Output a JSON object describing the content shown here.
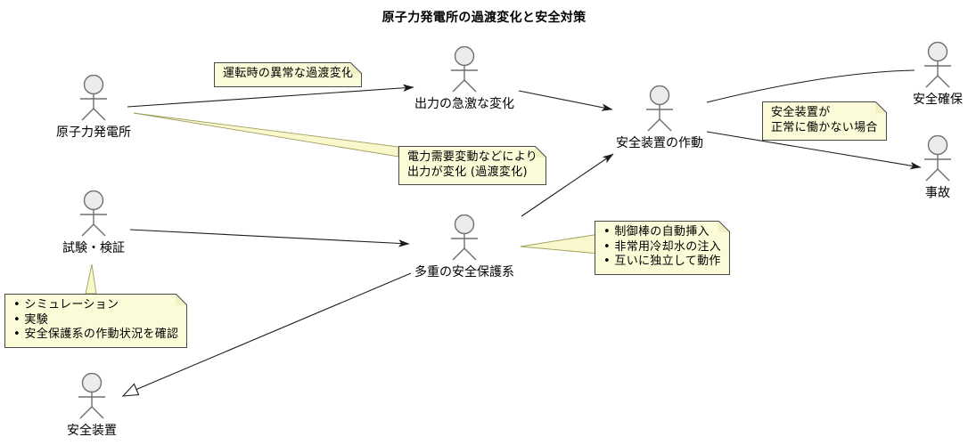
{
  "title": "原子力発電所の過渡変化と安全対策",
  "actors": [
    {
      "id": "nuclear-plant",
      "label": "原子力発電所"
    },
    {
      "id": "sudden-output-change",
      "label": "出力の急激な変化"
    },
    {
      "id": "safety-device-activation",
      "label": "安全装置の作動"
    },
    {
      "id": "safety-secured",
      "label": "安全確保"
    },
    {
      "id": "accident",
      "label": "事故"
    },
    {
      "id": "test-verification",
      "label": "試験・検証"
    },
    {
      "id": "multi-safety-protection",
      "label": "多重の安全保護系"
    },
    {
      "id": "safety-device",
      "label": "安全装置"
    }
  ],
  "notes": [
    {
      "id": "abnormal-transient",
      "lines": [
        "運転時の異常な過渡変化"
      ]
    },
    {
      "id": "power-demand",
      "lines": [
        "電力需要変動などにより",
        "出力が変化 (過渡変化)"
      ]
    },
    {
      "id": "device-not-working",
      "lines": [
        "安全装置が",
        "正常に働かない場合"
      ]
    },
    {
      "id": "protection-actions",
      "lines": [
        "• 制御棒の自動挿入",
        "• 非常用冷却水の注入",
        "• 互いに独立して動作"
      ]
    },
    {
      "id": "verification-methods",
      "lines": [
        "• シミュレーション",
        "• 実験",
        "• 安全保護系の作動状況を確認"
      ]
    }
  ],
  "edges": [
    {
      "from": "nuclear-plant",
      "to": "sudden-output-change",
      "style": "solid-arrow"
    },
    {
      "from": "sudden-output-change",
      "to": "safety-device-activation",
      "style": "solid-arrow"
    },
    {
      "from": "safety-device-activation",
      "to": "safety-secured",
      "style": "curved-line"
    },
    {
      "from": "safety-device-activation",
      "to": "accident",
      "style": "solid-arrow"
    },
    {
      "from": "multi-safety-protection",
      "to": "safety-device-activation",
      "style": "solid-arrow"
    },
    {
      "from": "test-verification",
      "to": "multi-safety-protection",
      "style": "solid-arrow"
    },
    {
      "from": "multi-safety-protection",
      "to": "safety-device",
      "style": "generalization-open-triangle"
    }
  ],
  "colors": {
    "background": "#ffffff",
    "note_fill": "#fbfbd8",
    "note_fold": "#f1f1c4",
    "note_border": "#4a4a4a",
    "actor_head_fill": "#ececec",
    "actor_stroke": "#6f6f6f",
    "arrow": "#1c1c1c",
    "note_connector_edge": "#9f9f5e",
    "note_connector_fill": "#f8f8cc",
    "text": "#000000"
  }
}
